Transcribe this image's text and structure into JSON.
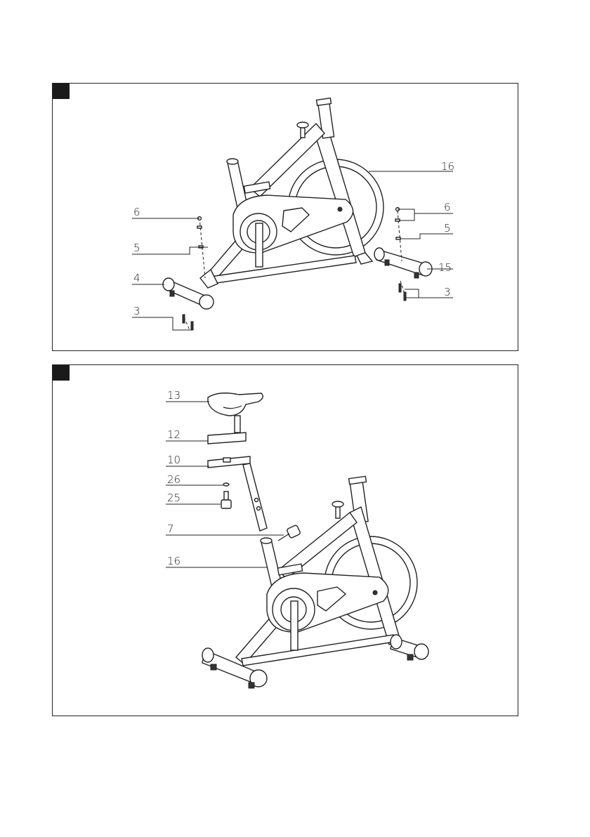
{
  "panels": [
    {
      "labels": [
        "16",
        "6",
        "6",
        "5",
        "5",
        "4",
        "15",
        "3",
        "3"
      ]
    },
    {
      "labels": [
        "13",
        "12",
        "10",
        "26",
        "25",
        "7",
        "16"
      ]
    }
  ]
}
